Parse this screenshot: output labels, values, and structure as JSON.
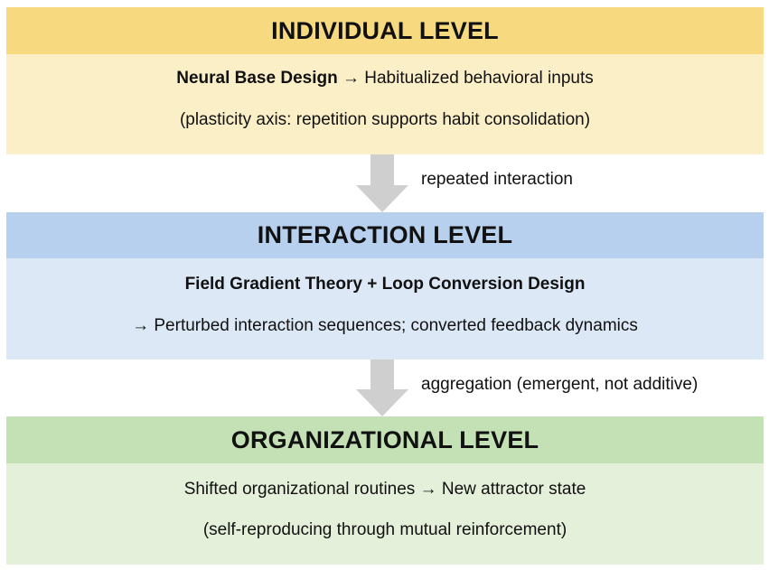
{
  "levels": [
    {
      "title": "INDIVIDUAL LEVEL",
      "line1_bold": "Neural Base Design",
      "line1_rest": " → Habitualized behavioral inputs",
      "line2": "(plasticity axis: repetition supports habit consolidation)",
      "header_color": "#f7d980",
      "body_color": "#fbefc8"
    },
    {
      "title": "INTERACTION LEVEL",
      "line1_bold": "Field Gradient Theory + Loop Conversion Design",
      "line1_rest": "",
      "line2": "→ Perturbed interaction sequences; converted feedback dynamics",
      "header_color": "#b7d0ee",
      "body_color": "#dce8f6"
    },
    {
      "title": "ORGANIZATIONAL LEVEL",
      "line1_bold": "",
      "line1_rest": "Shifted organizational routines → New attractor state",
      "line2": "(self-reproducing through mutual reinforcement)",
      "header_color": "#c4e1b5",
      "body_color": "#e4f0da"
    }
  ],
  "connectors": [
    {
      "label": "repeated interaction"
    },
    {
      "label": "aggregation (emergent, not additive)"
    }
  ],
  "arrow_color": "#cfcfcf"
}
